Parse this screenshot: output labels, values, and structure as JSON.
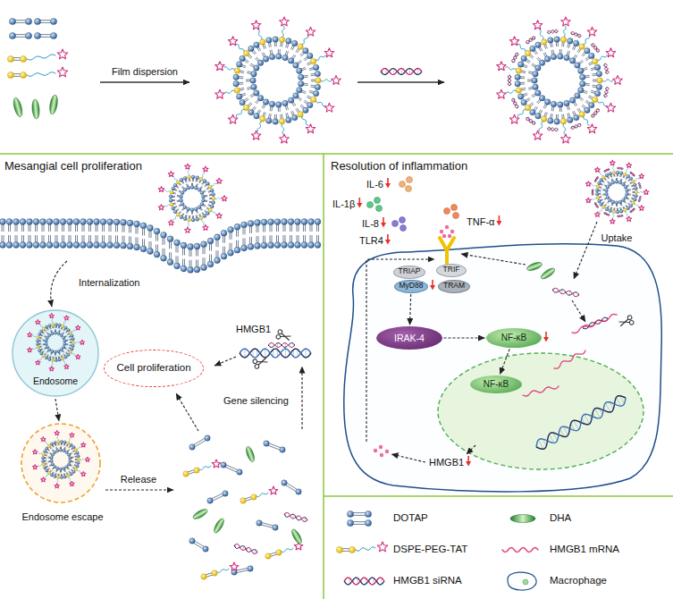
{
  "diagram": {
    "nodes": [
      {
        "text": [
          "Cell proliferation"
        ]
      },
      {
        "text": [
          "TRIAP"
        ]
      },
      {
        "text": [
          "TRIF"
        ]
      },
      {
        "text": [
          "MyD88"
        ]
      },
      {
        "text": [
          "TRAM"
        ]
      },
      {
        "text": [
          "IRAK-4"
        ]
      },
      {
        "text": [
          "NF-κB"
        ]
      },
      {
        "text": [
          "NF-κB"
        ]
      }
    ],
    "edges": [
      {
        "from": 3,
        "to": 5,
        "arrow": "to"
      },
      {
        "from": 5,
        "to": 6,
        "arrow": "to"
      },
      {
        "from": 6,
        "to": 7,
        "arrow": "to"
      }
    ],
    "labels": [
      "Film dispersion",
      "Mesangial cell proliferation",
      "Internalization",
      "Endosome",
      "Endosome escape",
      "Release",
      "Gene silencing",
      "HMGB1",
      "Resolution of inflammation",
      "IL-6",
      "IL-1β",
      "IL-8",
      "TNF-α",
      "TLR4",
      "Uptake",
      "HMGB1"
    ],
    "legend": [
      {
        "text": "DOTAP"
      },
      {
        "text": "DHA"
      },
      {
        "text": "DSPE-PEG-TAT"
      },
      {
        "text": "HMGB1 mRNA"
      },
      {
        "text": "HMGB1 siRNA"
      },
      {
        "text": "Macrophage"
      }
    ]
  }
}
